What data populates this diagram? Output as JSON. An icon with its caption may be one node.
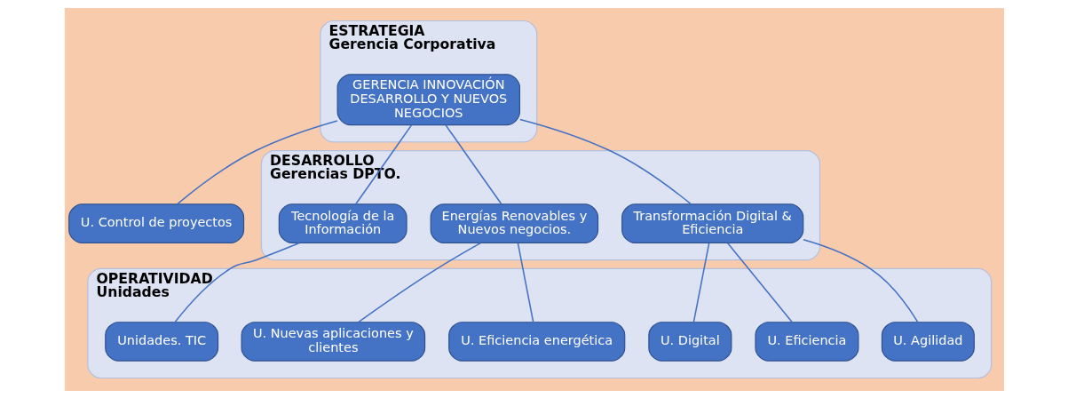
{
  "diagram": {
    "nodes": [
      {
        "text": [
          "ESTRATEGIA",
          "Gerencia Corporativa"
        ]
      },
      {
        "text": [
          "GERENCIA INNOVACIÓN DESARROLLO Y NUEVOS NEGOCIOS"
        ],
        "in": 0
      },
      {
        "text": [
          "U. Control de proyectos"
        ]
      },
      {
        "text": [
          "DESARROLLO",
          "Gerencias DPTO."
        ]
      },
      {
        "text": [
          "Transformación Digital & Eficiencia"
        ],
        "in": 3
      },
      {
        "text": [
          "Energías Renovables y Nuevos negocios."
        ],
        "in": 3
      },
      {
        "text": [
          "Tecnología de la Información"
        ],
        "in": 3
      },
      {
        "text": [
          "OPERATIVIDAD",
          "Unidades"
        ]
      },
      {
        "text": [
          "U. Agilidad"
        ],
        "in": 7
      },
      {
        "text": [
          "U. Eficiencia"
        ],
        "in": 7
      },
      {
        "text": [
          "U. Digital"
        ],
        "in": 7
      },
      {
        "text": [
          "U. Eficiencia energética"
        ],
        "in": 7
      },
      {
        "text": [
          "U. Nuevas aplicaciones y clientes"
        ],
        "in": 7
      },
      {
        "text": [
          "Unidades. TIC"
        ],
        "in": 7
      }
    ],
    "edges": [
      {
        "from": 1,
        "to": 2,
        "arrow": "none"
      },
      {
        "from": 1,
        "to": 4,
        "arrow": "none"
      },
      {
        "from": 1,
        "to": 5,
        "arrow": "none"
      },
      {
        "from": 1,
        "to": 6,
        "arrow": "none"
      },
      {
        "from": 4,
        "to": 8,
        "arrow": "none"
      },
      {
        "from": 4,
        "to": 9,
        "arrow": "none"
      },
      {
        "from": 4,
        "to": 10,
        "arrow": "none"
      },
      {
        "from": 5,
        "to": 11,
        "arrow": "none"
      },
      {
        "from": 5,
        "to": 12,
        "arrow": "none"
      },
      {
        "from": 6,
        "to": 13,
        "arrow": "none"
      }
    ]
  }
}
